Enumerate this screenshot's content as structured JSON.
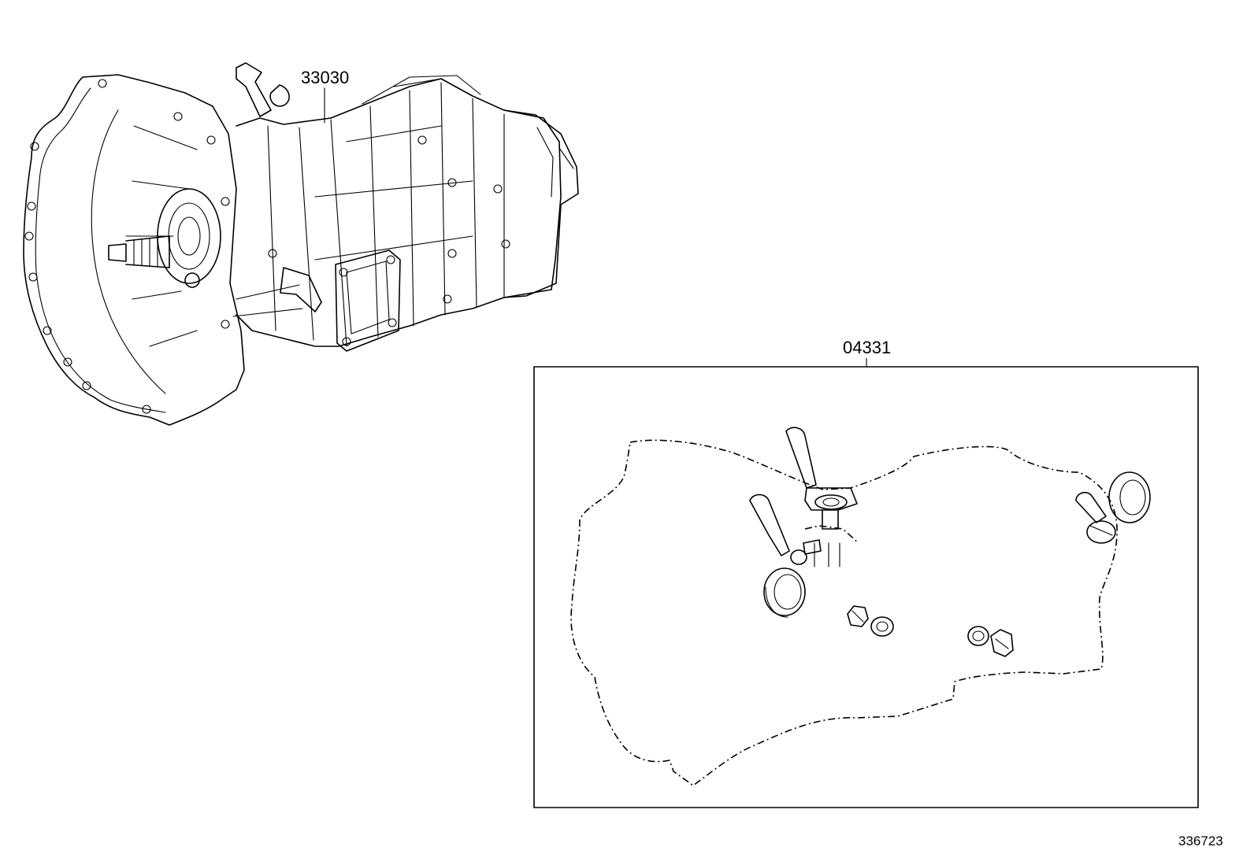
{
  "parts": {
    "transmission_assy": {
      "number": "33030"
    },
    "gasket_kit": {
      "number": "04331"
    }
  },
  "illustration_ref": "336723"
}
